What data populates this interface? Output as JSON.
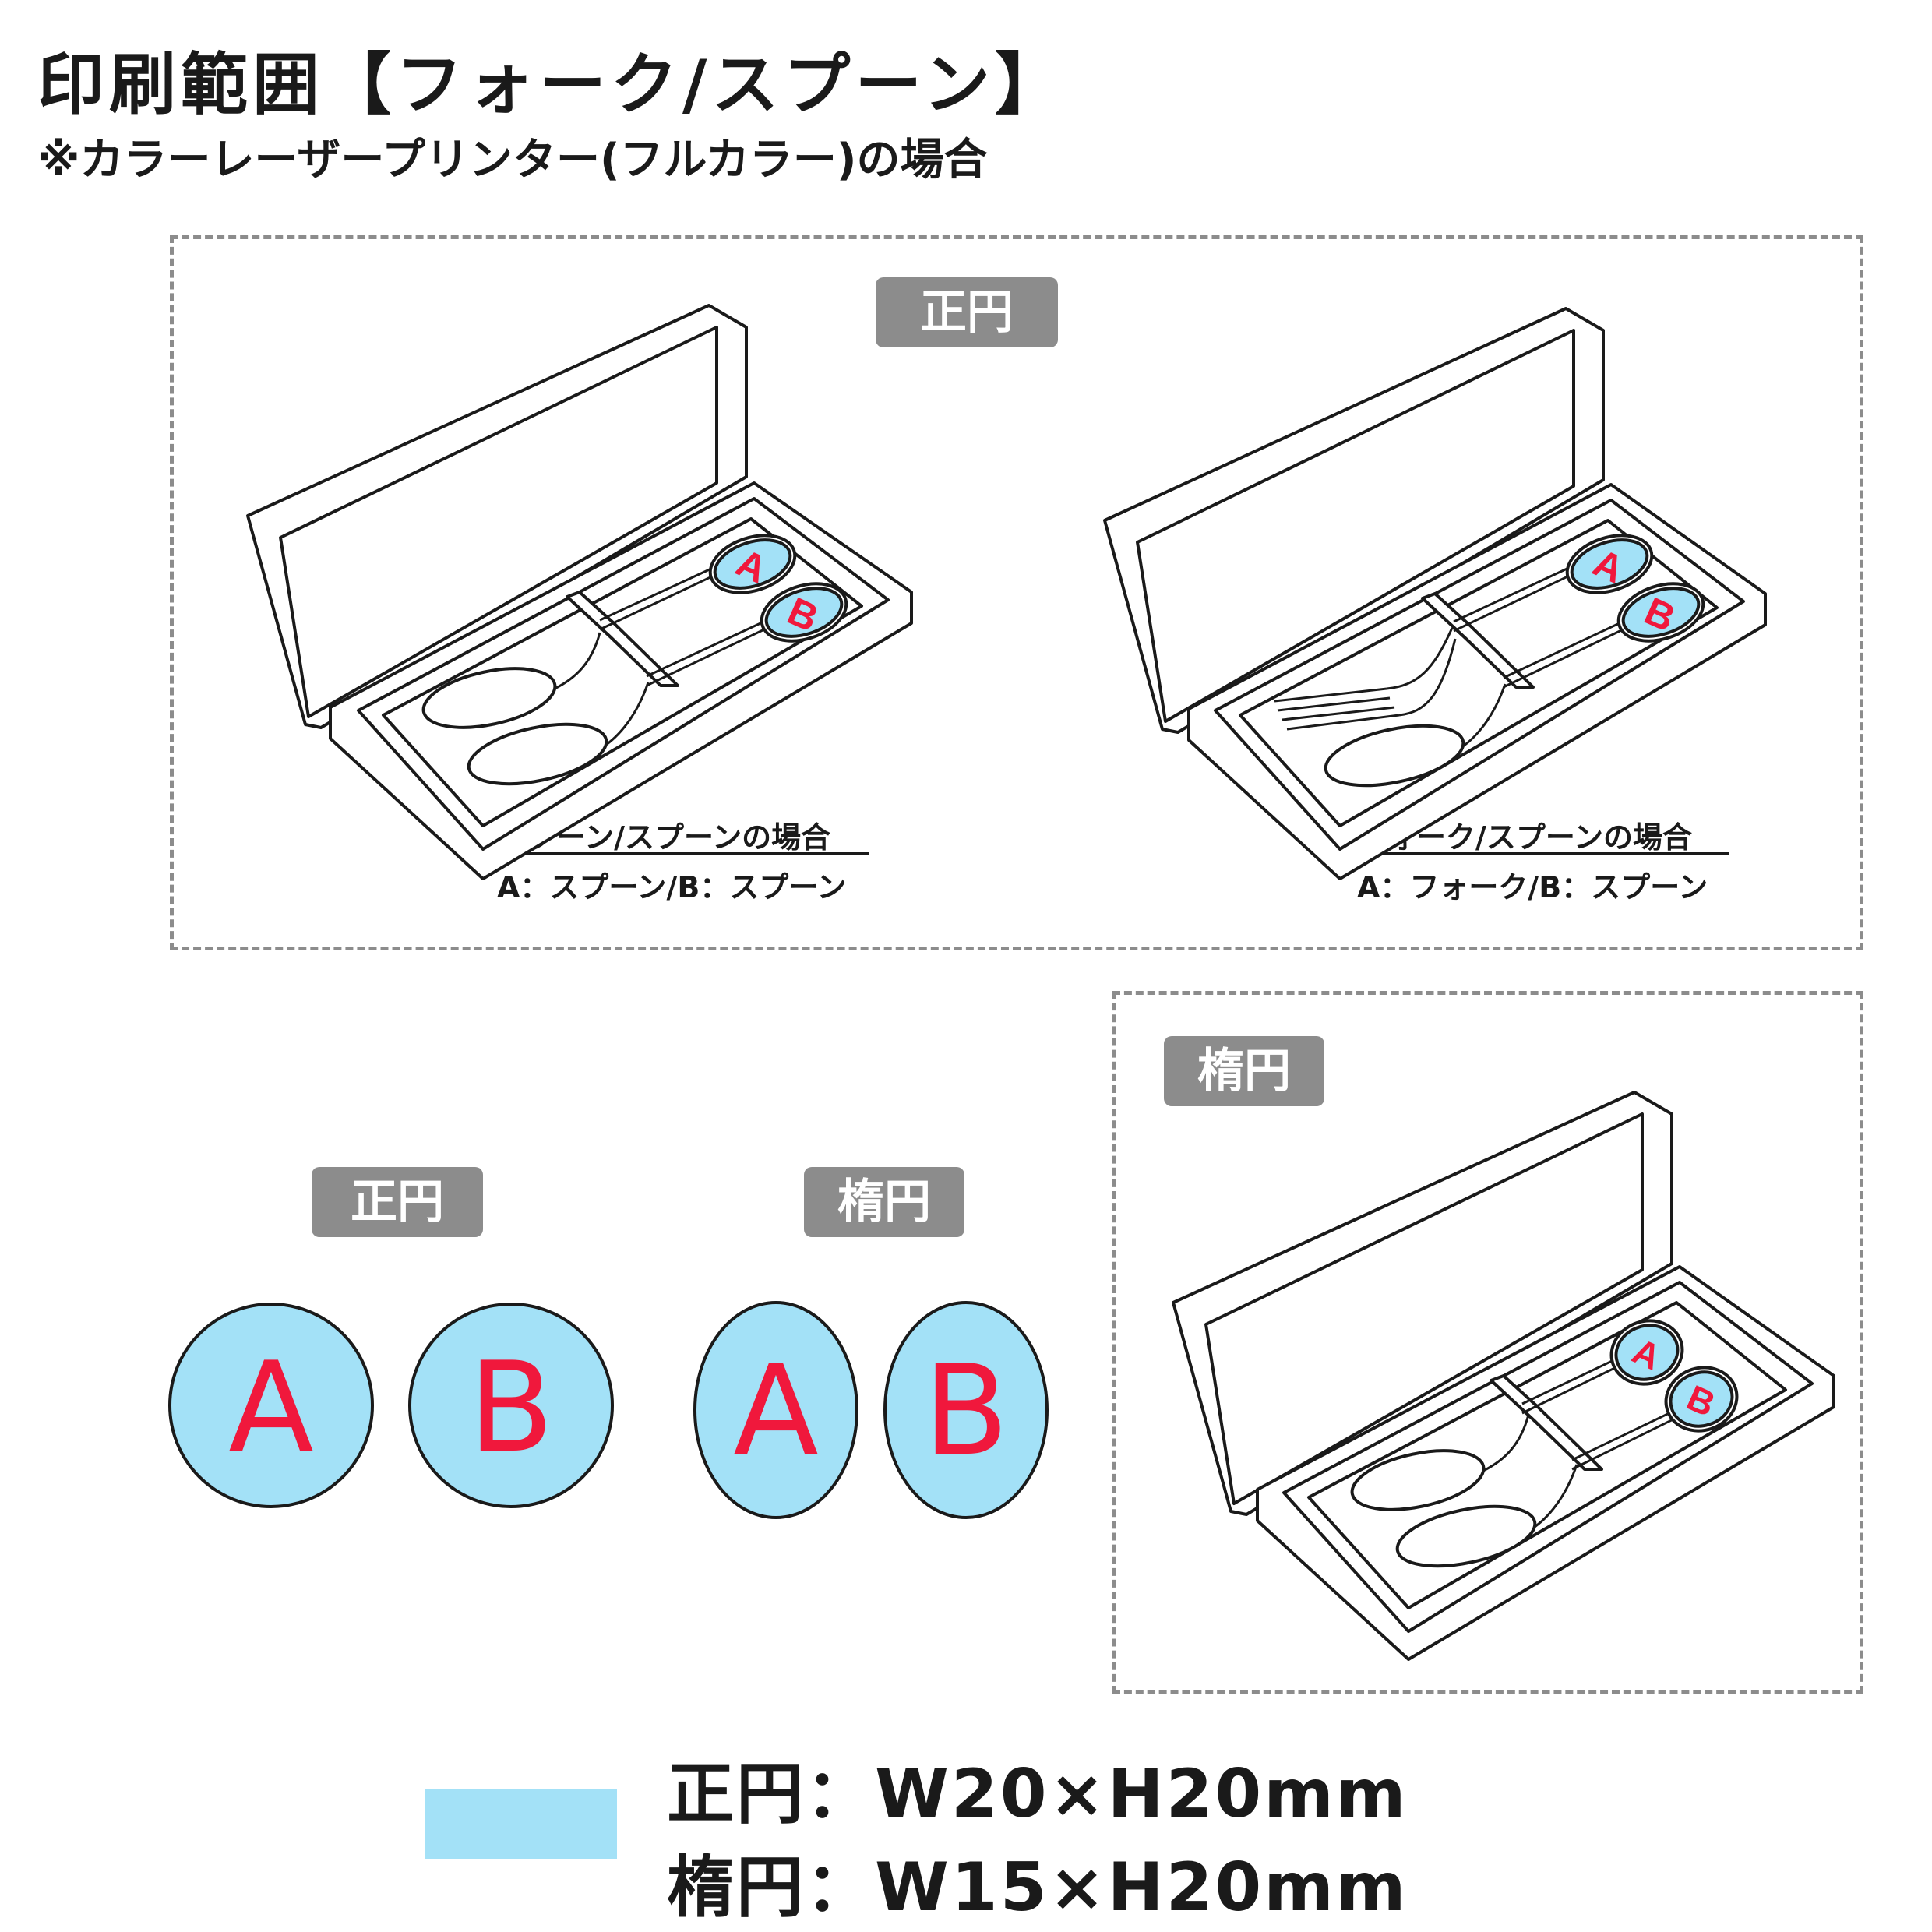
{
  "header": {
    "title": "印刷範囲【フォーク/スプーン】",
    "note": "※カラーレーザープリンター(フルカラー)の場合"
  },
  "panel_top": {
    "badge": "正円",
    "left_case": {
      "caption_line1": "スプーン/スプーンの場合",
      "caption_line2": "A：スプーン/B：スプーン",
      "labels": [
        "A",
        "B"
      ]
    },
    "right_case": {
      "caption_line1": "フォーク/スプーンの場合",
      "caption_line2": "A：フォーク/B：スプーン",
      "labels": [
        "A",
        "B"
      ]
    }
  },
  "panel_bottom": {
    "badge": "楕円",
    "labels": [
      "A",
      "B"
    ]
  },
  "samples": {
    "circle_badge": "正円",
    "oval_badge": "楕円",
    "circle_labels": [
      "A",
      "B"
    ],
    "oval_labels": [
      "A",
      "B"
    ]
  },
  "legend": {
    "line1": "正円：W20×H20mm",
    "line2": "楕円：W15×H20mm"
  },
  "colors": {
    "print_area": "#a3e1f7",
    "label_text": "#f0183c",
    "badge_bg": "#8c8c8c",
    "dashed_border": "#8c8c8c"
  }
}
